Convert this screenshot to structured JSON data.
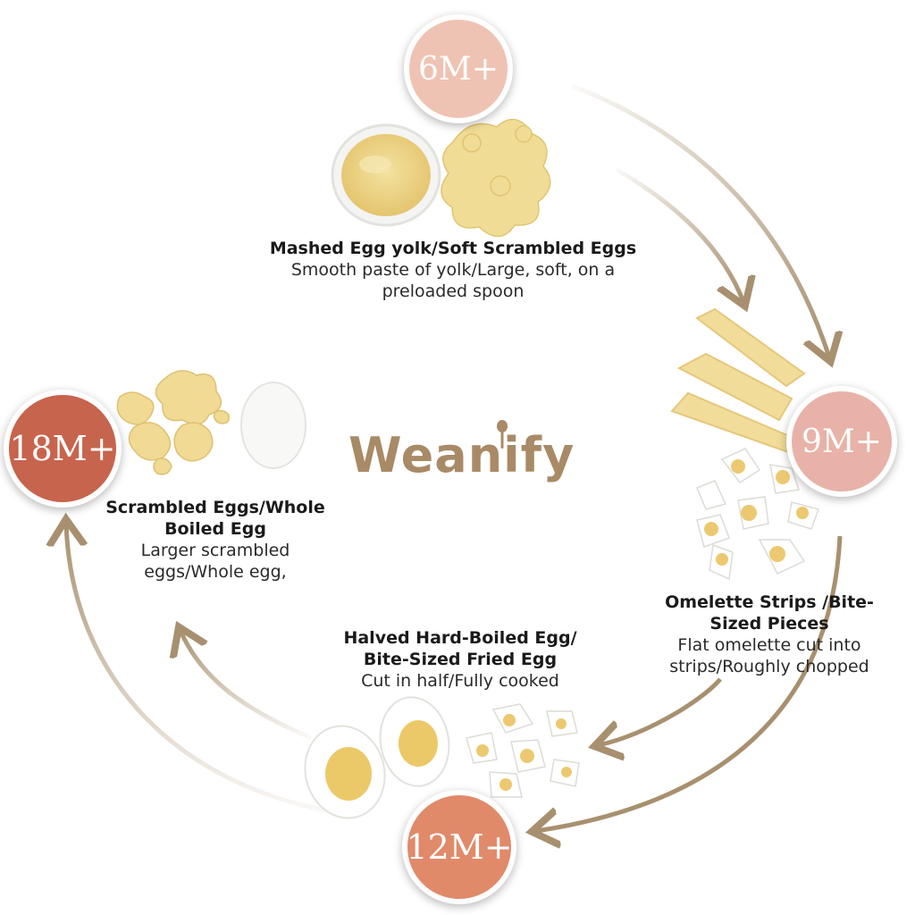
{
  "brand": {
    "name": "Weanify"
  },
  "colors": {
    "badge_6": "#efc3b3",
    "badge_9": "#e8b2a8",
    "badge_12": "#e08a6a",
    "badge_18": "#c7644d",
    "arrow": "#a8906f",
    "logo": "#a98a66"
  },
  "stages": [
    {
      "age": "6M+",
      "title": "Mashed Egg yolk/Soft Scrambled Eggs",
      "desc": "Smooth paste of yolk/Large, soft, on a preloaded spoon"
    },
    {
      "age": "9M+",
      "title": "Omelette Strips /Bite-Sized Pieces",
      "desc": "Flat omelette cut into strips/Roughly chopped"
    },
    {
      "age": "12M+",
      "title": "Halved Hard-Boiled Egg/ Bite-Sized Fried Egg",
      "desc": "Cut in half/Fully cooked"
    },
    {
      "age": "18M+",
      "title": "Scrambled Eggs/Whole Boiled Egg",
      "desc": "Larger scrambled eggs/Whole egg,"
    }
  ]
}
